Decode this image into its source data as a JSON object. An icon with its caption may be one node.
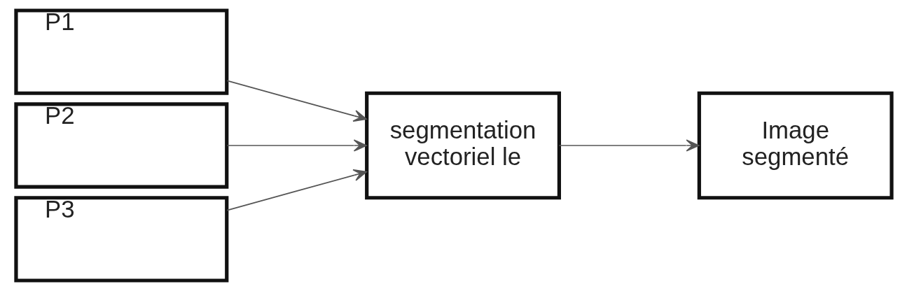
{
  "diagram": {
    "nodes": [
      {
        "text": [
          "P1"
        ]
      },
      {
        "text": [
          "P2"
        ]
      },
      {
        "text": [
          "P3"
        ]
      },
      {
        "text": [
          "segmentation vectoriel le"
        ]
      },
      {
        "text": [
          "Image segmenté"
        ]
      }
    ],
    "edges": [
      {
        "from": 0,
        "to": 3,
        "arrow": "to"
      },
      {
        "from": 1,
        "to": 3,
        "arrow": "to"
      },
      {
        "from": 2,
        "to": 3,
        "arrow": "to"
      },
      {
        "from": 3,
        "to": 4,
        "arrow": "to"
      }
    ]
  }
}
